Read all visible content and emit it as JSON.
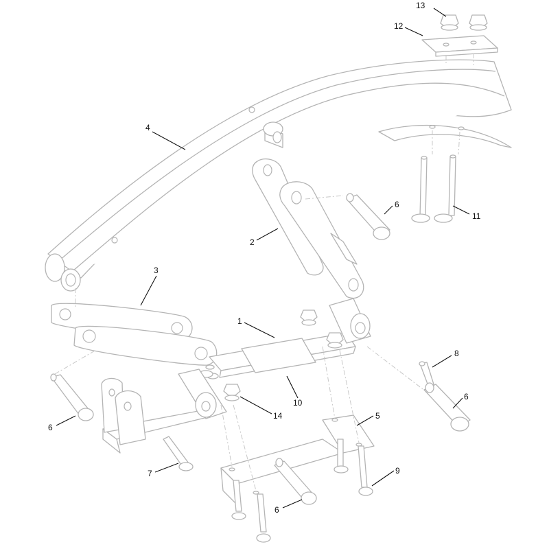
{
  "callouts": {
    "c1": "1",
    "c2": "2",
    "c3": "3",
    "c4": "4",
    "c5": "5",
    "c6a": "6",
    "c6b": "6",
    "c6c": "6",
    "c6d": "6",
    "c7": "7",
    "c8": "8",
    "c9": "9",
    "c10": "10",
    "c11": "11",
    "c12": "12",
    "c13": "13",
    "c14": "14"
  },
  "colors": {
    "line": "#b4b4b4",
    "text": "#111111",
    "background": "#ffffff"
  }
}
